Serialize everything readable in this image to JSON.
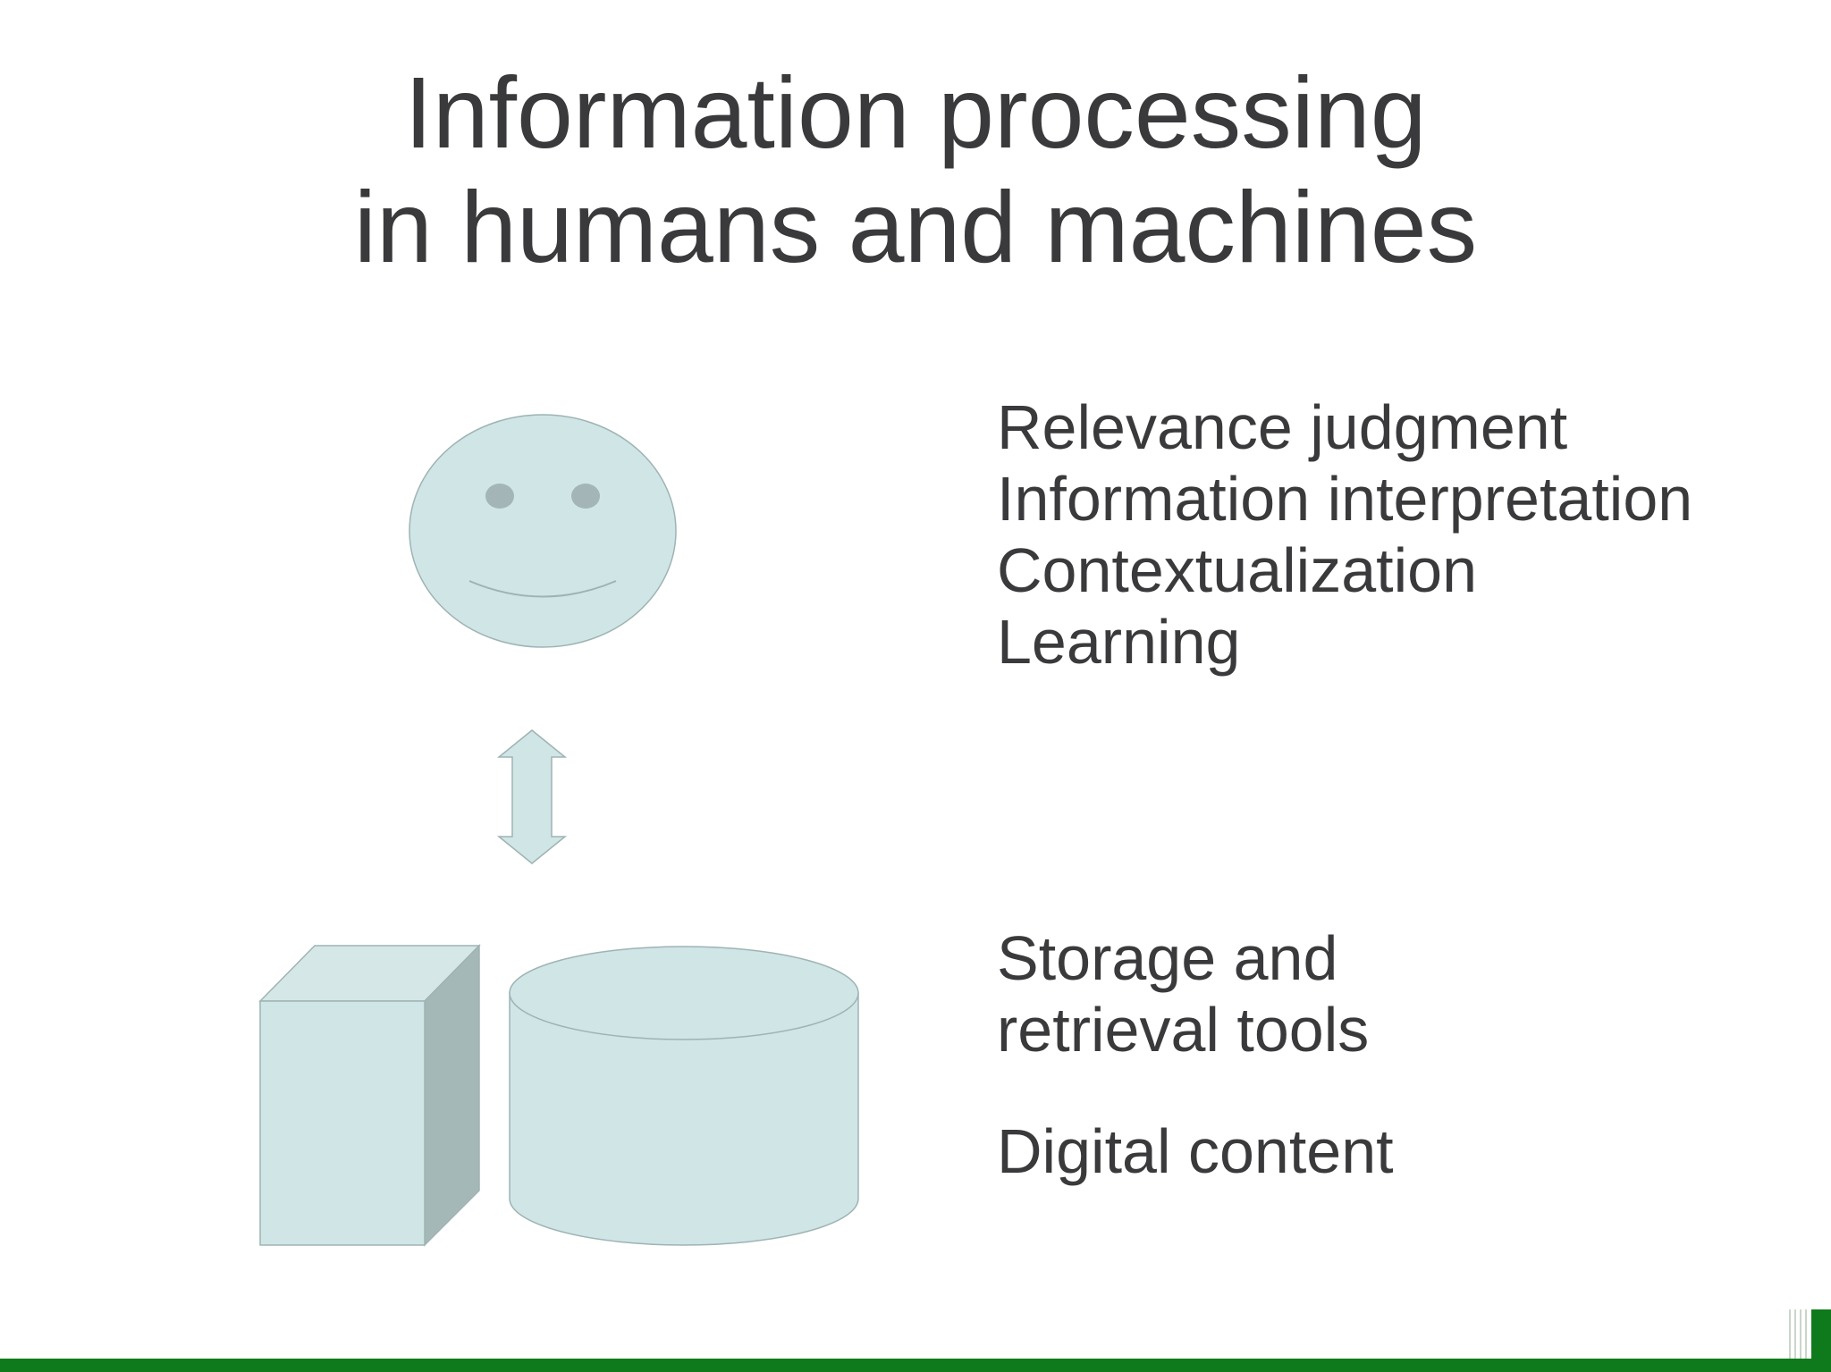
{
  "slide": {
    "title_line1": "Information processing",
    "title_line2": "in humans and machines"
  },
  "human_side": {
    "tasks": [
      "Relevance judgment",
      "Information interpretation",
      "Contextualization",
      "Learning"
    ]
  },
  "machine_side": {
    "tools_line1": "Storage and",
    "tools_line2": "retrieval tools",
    "content_label": "Digital content"
  },
  "colors": {
    "shape_fill": "#cfe5e6",
    "shape_stroke": "#9fb3b3",
    "cube_side": "#a5b8b8",
    "cube_top": "#d6e7e7",
    "eye_fill": "#a3b5b7",
    "text": "#3a3a3c",
    "footer_bar": "#0f7a1c"
  },
  "icons": {
    "face": "smiley-face-icon",
    "arrow": "double-arrow-icon",
    "cube": "cube-icon",
    "cylinder": "database-cylinder-icon"
  }
}
